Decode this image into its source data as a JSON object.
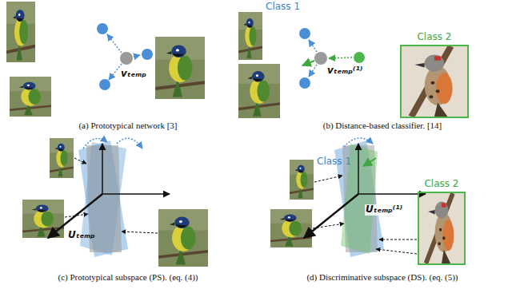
{
  "diagram": {
    "nodes": [
      {
        "text": [
          "Class 2"
        ]
      },
      {
        "text": [
          "Class 2"
        ]
      }
    ],
    "labels": [
      "vₜₑₘₚ",
      "(a) Prototypical network [3]",
      "Class 1",
      "vₜₑₘₚ⁽¹⁾",
      "(b) Distance-based classifier. [14]",
      "Uₜₑₘₚ",
      "(c) Prototypical subspace (PS). (eq. (4))",
      "Class 1",
      "Uₜₑₘₚ⁽¹⁾",
      "(d) Discriminative subspace (DS). (eq. (5))"
    ]
  }
}
